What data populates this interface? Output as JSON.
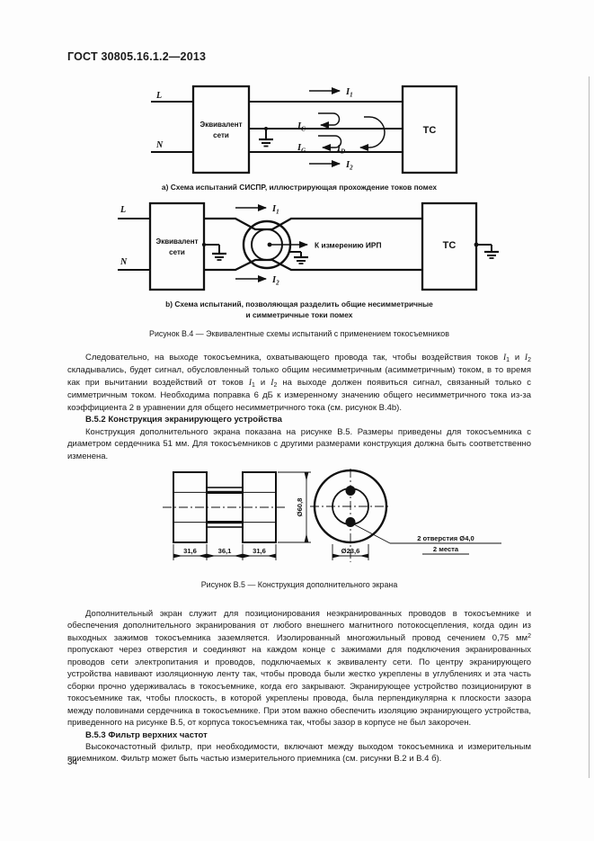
{
  "page": {
    "header": "ГОСТ 30805.16.1.2—2013",
    "number": "34"
  },
  "figure_b4": {
    "diagram_a": {
      "label_l": "L",
      "label_n": "N",
      "box_left_line1": "Эквивалент",
      "box_left_line2": "сети",
      "box_right": "ТС",
      "currents": {
        "i1": {
          "base": "I",
          "sub": "1"
        },
        "ic": {
          "base": "I",
          "sub": "C"
        },
        "ig": {
          "base": "I",
          "sub": "G"
        },
        "id": {
          "base": "I",
          "sub": "D"
        },
        "i2": {
          "base": "I",
          "sub": "2"
        }
      },
      "caption": "а) Схема испытаний СИСПР, иллюстрирующая прохождение токов помех"
    },
    "diagram_b": {
      "label_l": "L",
      "label_n": "N",
      "box_left_line1": "Эквивалент",
      "box_left_line2": "сети",
      "box_right": "ТС",
      "probe_output_label": "К измерению ИРП",
      "i1": {
        "base": "I",
        "sub": "1"
      },
      "i2": {
        "base": "I",
        "sub": "2"
      },
      "caption_line1": "b) Схема испытаний, позволяющая разделить общие несимметричные",
      "caption_line2": "и симметричные токи помех"
    },
    "caption": "Рисунок В.4 — Эквивалентные схемы испытаний с применением токосъемников"
  },
  "figure_b5": {
    "dims": {
      "left": "31,6",
      "center": "36,1",
      "right": "31,6",
      "height": "Ø60,8",
      "inner": "Ø23,6",
      "holes_line1": "2 отверстия Ø4,0",
      "holes_line2": "2 места"
    },
    "caption": "Рисунок В.5 — Конструкция дополнительного экрана"
  },
  "content": {
    "p1": [
      {
        "t": "Следовательно, на выходе токосъемника, охватывающего провода так, чтобы воздействия токов "
      },
      {
        "t": "I",
        "s": "i"
      },
      {
        "t": "1",
        "s": "sub"
      },
      {
        "t": " и "
      },
      {
        "t": "I",
        "s": "i"
      },
      {
        "t": "2",
        "s": "sub"
      },
      {
        "t": " складывались, будет сигнал, обусловленный только общим несимметричным (асимметричным) током, в то время как при вычитании воздействий от токов "
      },
      {
        "t": "I",
        "s": "i"
      },
      {
        "t": "1",
        "s": "sub"
      },
      {
        "t": " и "
      },
      {
        "t": "I",
        "s": "i"
      },
      {
        "t": "2",
        "s": "sub"
      },
      {
        "t": " на выходе должен появиться сигнал, связанный только с симметричным током. Необходима поправка 6 дБ к измеренному значению общего несимметричного тока из-за коэффициента 2 в уравнении для общего несимметричного тока (см. рисунок В.4b)."
      }
    ],
    "h52": "В.5.2 Конструкция экранирующего устройства",
    "p2": [
      {
        "t": "Конструкция дополнительного экрана показана на рисунке В.5. Размеры приведены для токосъемника с диаметром сердечника 51 мм. Для токосъемников с другими размерами конструкция должна быть соответственно изменена."
      }
    ],
    "p3": [
      {
        "t": "Дополнительный экран служит для позиционирования неэкранированных проводов в токосъемнике и обеспечения дополнительного экранирования от любого внешнего магнитного потокосцепления, когда один из выходных зажимов токосъемника заземляется. Изолированный многожильный провод сечением 0,75 мм"
      },
      {
        "t": "2",
        "s": "sup"
      },
      {
        "t": " пропускают через отверстия и соединяют на каждом конце с зажимами для подключения экранированных проводов сети электропитания и проводов, подключаемых к эквиваленту сети. По центру экранирующего устройства навивают изоляционную ленту так, чтобы провода были жестко укреплены в углублениях и эта часть сборки прочно удерживалась в токосъемнике, когда его закрывают. Экранирующее устройство позиционируют в токосъемнике так, чтобы плоскость, в которой укреплены провода, была перпендикулярна к плоскости зазора между половинами сердечника в токосъемнике. При этом важно обеспечить изоляцию экранирующего устройства, приведенного на рисунке В.5, от корпуса токосъемника так, чтобы зазор в корпусе не был закорочен."
      }
    ],
    "h53": "В.5.3 Фильтр верхних частот",
    "p4": [
      {
        "t": "Высокочастотный фильтр, при необходимости, включают между выходом токосъемника и измерительным приемником. Фильтр может быть частью измерительного приемника (см. рисунки В.2 и В.4 б)."
      }
    ]
  }
}
